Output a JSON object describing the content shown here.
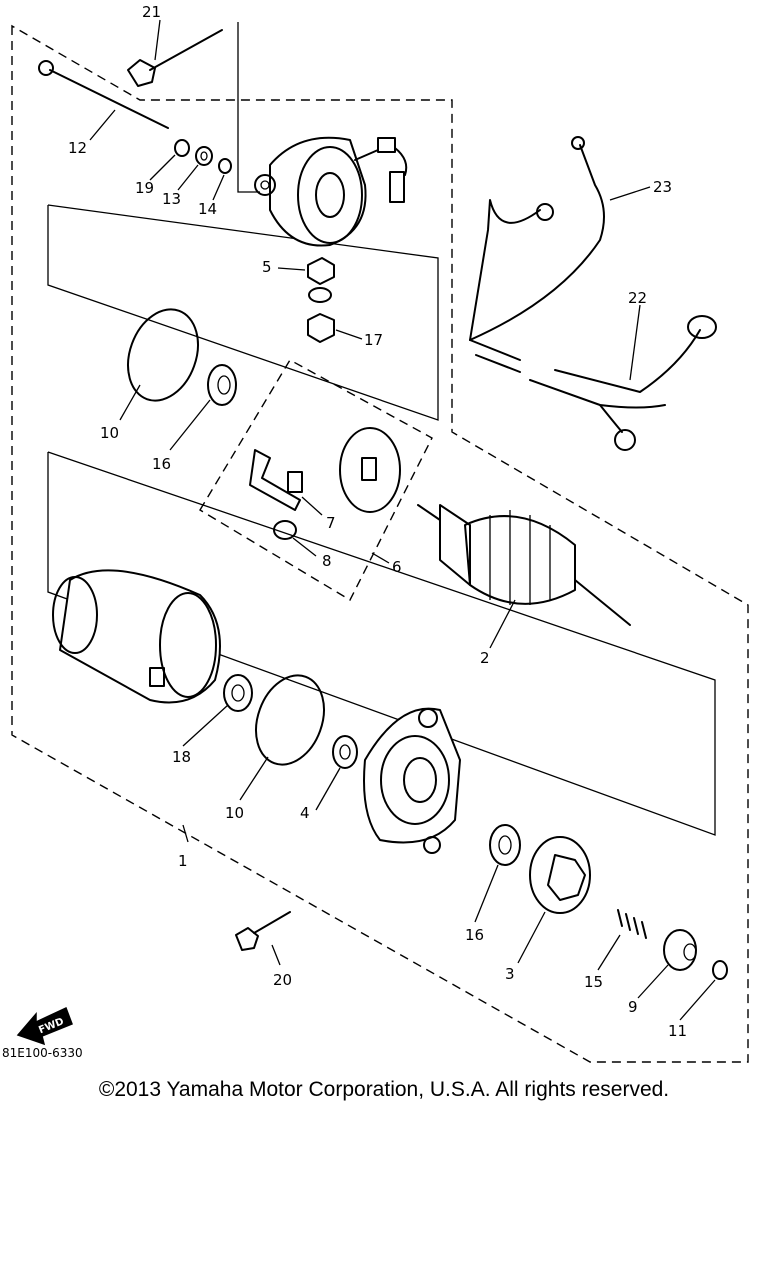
{
  "diagram": {
    "callouts": [
      {
        "id": "label-21",
        "text": "21"
      },
      {
        "id": "label-12",
        "text": "12"
      },
      {
        "id": "label-19",
        "text": "19"
      },
      {
        "id": "label-13",
        "text": "13"
      },
      {
        "id": "label-14",
        "text": "14"
      },
      {
        "id": "label-23",
        "text": "23"
      },
      {
        "id": "label-5",
        "text": "5"
      },
      {
        "id": "label-22",
        "text": "22"
      },
      {
        "id": "label-17",
        "text": "17"
      },
      {
        "id": "label-10a",
        "text": "10"
      },
      {
        "id": "label-16a",
        "text": "16"
      },
      {
        "id": "label-7",
        "text": "7"
      },
      {
        "id": "label-8",
        "text": "8"
      },
      {
        "id": "label-6",
        "text": "6"
      },
      {
        "id": "label-2",
        "text": "2"
      },
      {
        "id": "label-18",
        "text": "18"
      },
      {
        "id": "label-10b",
        "text": "10"
      },
      {
        "id": "label-4",
        "text": "4"
      },
      {
        "id": "label-1",
        "text": "1"
      },
      {
        "id": "label-16b",
        "text": "16"
      },
      {
        "id": "label-3",
        "text": "3"
      },
      {
        "id": "label-15",
        "text": "15"
      },
      {
        "id": "label-9",
        "text": "9"
      },
      {
        "id": "label-20",
        "text": "20"
      },
      {
        "id": "label-11",
        "text": "11"
      }
    ],
    "fwd_arrow_label": "FWD",
    "reference_code": "81E100-6330"
  },
  "footer": {
    "copyright": "©2013 Yamaha Motor Corporation, U.S.A. All rights reserved."
  }
}
